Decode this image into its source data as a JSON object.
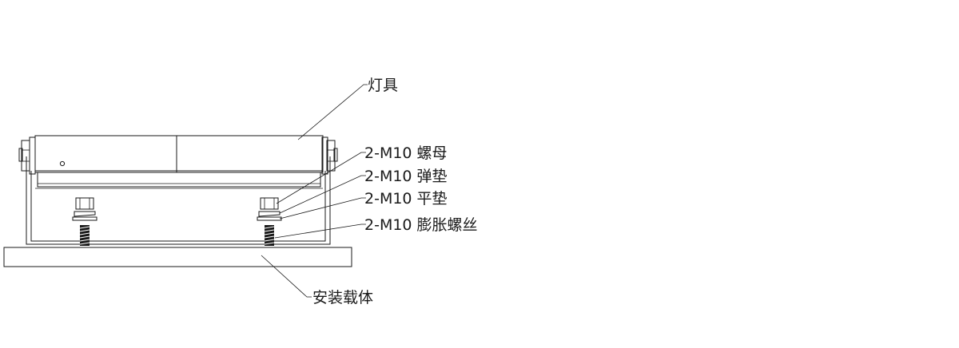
{
  "labels": {
    "lamp": "灯具",
    "nut": "2-M10 螺母",
    "spring_washer": "2-M10 弹垫",
    "flat_washer": "2-M10 平垫",
    "expansion_screw": "2-M10 膨胀螺丝",
    "mounting_base": "安装载体"
  },
  "colors": {
    "line": "#1a1a1a",
    "background": "#ffffff",
    "shade": "#e6e6e6"
  }
}
